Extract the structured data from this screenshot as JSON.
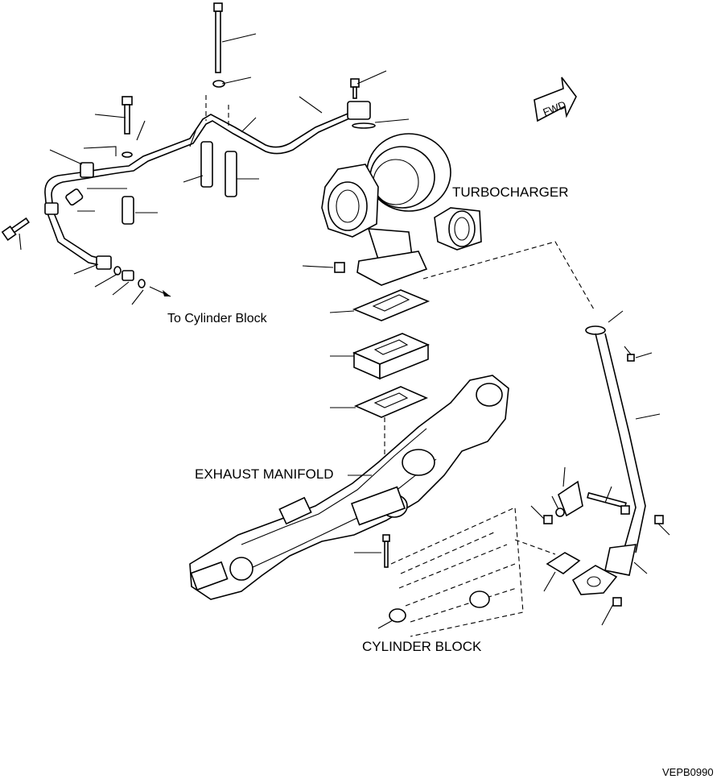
{
  "labels": {
    "turbocharger": "TURBOCHARGER",
    "to_cylinder_block": "To Cylinder Block",
    "exhaust_manifold": "EXHAUST MANIFOLD",
    "cylinder_block": "CYLINDER BLOCK",
    "fwd": "FWD",
    "figure_code": "VEPB0990"
  }
}
